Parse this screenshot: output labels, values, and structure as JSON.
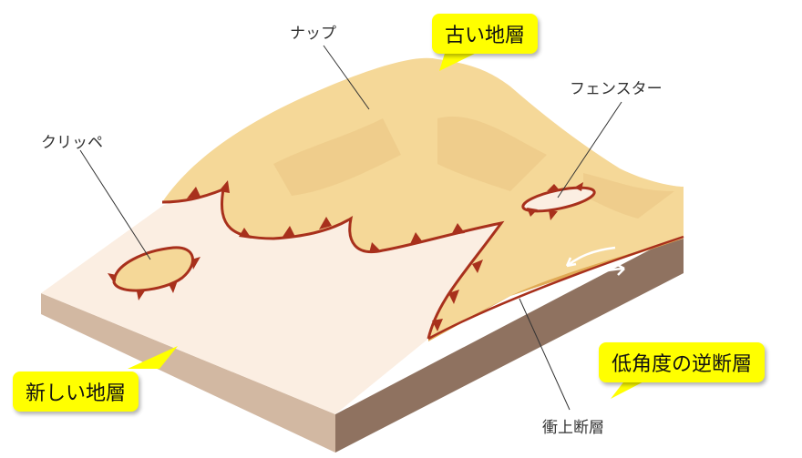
{
  "labels": {
    "nappe": "ナップ",
    "klippe": "クリッペ",
    "fenster": "フェンスター",
    "thrust_fault": "衝上断層"
  },
  "callouts": {
    "old_strata": "古い地層",
    "new_strata": "新しい地層",
    "low_angle_reverse_fault": "低角度の逆断層"
  },
  "colors": {
    "nappe": "#f5d898",
    "new_surface": "#fbeee2",
    "fault_line": "#a8301c",
    "front_face": "#d2b8a2",
    "side_upper": "#e0aa55",
    "side_lower": "#8f7260",
    "callout": "#ffff00"
  }
}
